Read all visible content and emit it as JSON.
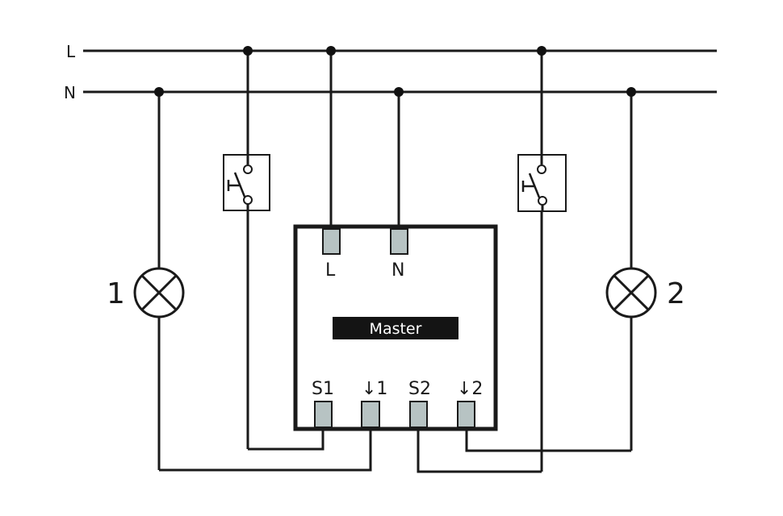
{
  "bus": {
    "line_label": "L",
    "neutral_label": "N"
  },
  "device": {
    "title": "Master",
    "terminals_top": [
      "L",
      "N"
    ],
    "terminals_bottom": [
      "S1",
      "↓1",
      "S2",
      "↓2"
    ],
    "terminal_color": "#b7c3c3"
  },
  "lamps": [
    {
      "label": "1"
    },
    {
      "label": "2"
    }
  ],
  "switches": [
    {
      "type": "push-button"
    },
    {
      "type": "push-button"
    }
  ]
}
